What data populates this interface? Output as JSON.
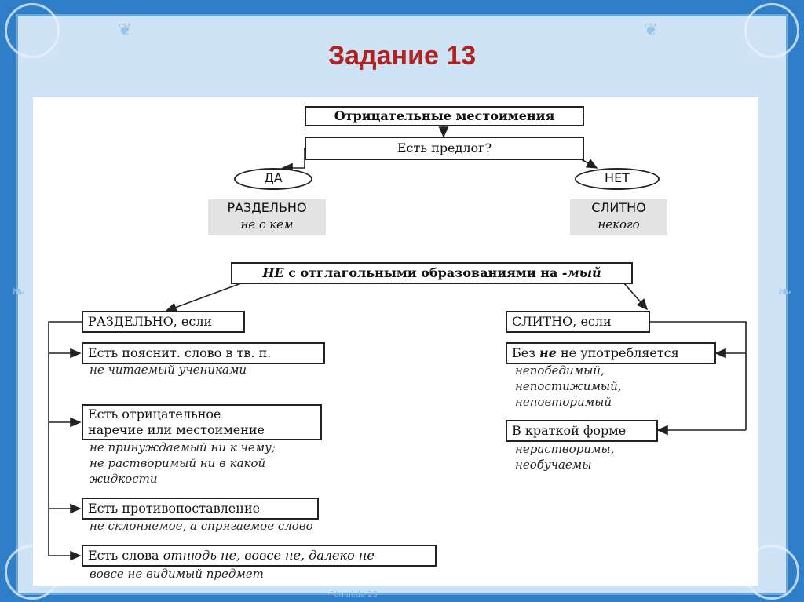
{
  "title": "Задание 13",
  "top": {
    "header": "Отрицательные местоимения",
    "question": "Есть предлог?",
    "yes": "ДА",
    "no": "НЕТ",
    "left_result": "РАЗДЕЛЬНО",
    "left_example": "не с кем",
    "right_result": "СЛИТНО",
    "right_example": "некого"
  },
  "bottom": {
    "header_ne": "НЕ",
    "header_rest": " с отглагольными образованиями на ",
    "header_suffix": "-мый",
    "left_title": "РАЗДЕЛЬНО, если",
    "right_title": "СЛИТНО, если",
    "left_rules": [
      {
        "text": "Есть пояснит. слово в тв. п.",
        "examples": [
          "не читаемый учениками"
        ]
      },
      {
        "text_lines": [
          "Есть отрицательное",
          "наречие или местоимение"
        ],
        "examples": [
          "не принуждаемый ни к чему;",
          "не растворимый ни в какой",
          "жидкости"
        ]
      },
      {
        "text": "Есть противопоставление",
        "examples": [
          "не склоняемое, а спрягаемое слово"
        ]
      },
      {
        "text_prefix": "Есть слова ",
        "text_italic": "отнюдь не, вовсе не, далеко не",
        "examples": [
          "вовсе не видимый предмет"
        ]
      }
    ],
    "right_rules": [
      {
        "text_prefix": "Без ",
        "text_bold": "не",
        "text_suffix": " не употребляется",
        "examples": [
          "непобедимый,",
          "непостижимый,",
          "неповторимый"
        ]
      },
      {
        "text": "В краткой форме",
        "examples": [
          "нерастворимы,",
          "необучаемы"
        ]
      }
    ]
  },
  "footer": "Fonlai.da 25"
}
